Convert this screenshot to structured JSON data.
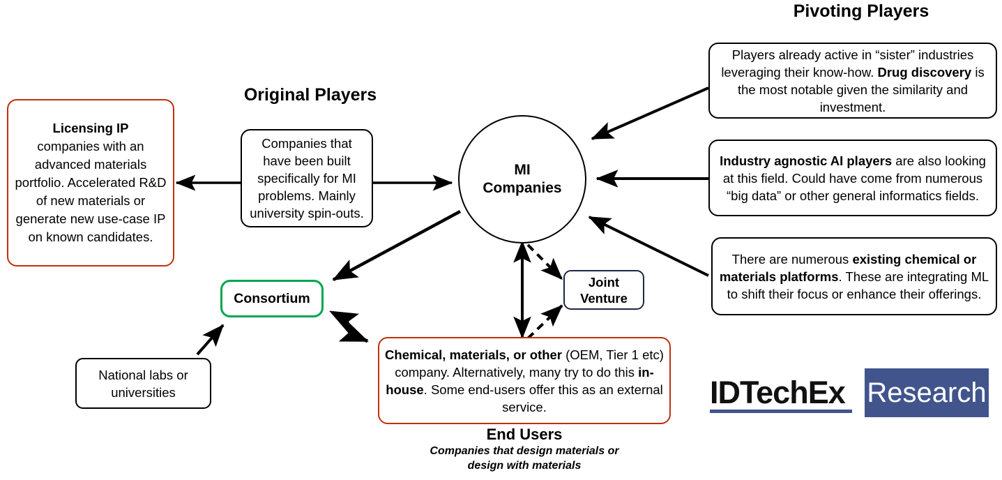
{
  "diagram": {
    "headings": {
      "original_players": "Original Players",
      "pivoting_players": "Pivoting Players"
    },
    "center": {
      "label_line1": "MI",
      "label_line2": "Companies"
    },
    "nodes": {
      "licensing_ip": {
        "bold_lead": "Licensing IP",
        "body": "companies with an advanced materials portfolio. Accelerated R&D of new materials or generate new use-case IP on known candidates.",
        "border_color": "#C0300C"
      },
      "original_players_box": {
        "body": "Companies that have been built specifically for MI problems. Mainly university spin-outs.",
        "border_color": "#000000"
      },
      "drug_discovery": {
        "part1": "Players already active in “sister” industries leveraging their know-how. ",
        "bold1": "Drug discovery",
        "part2": " is the most notable given the similarity and investment.",
        "border_color": "#000000"
      },
      "ai_players": {
        "bold1": "Industry agnostic AI players",
        "part2": " are also looking at this field. Could have come from numerous “big data” or other general informatics fields.",
        "border_color": "#000000"
      },
      "chemical_platforms": {
        "part1": "There are numerous ",
        "bold1": "existing chemical or materials platforms",
        "part2": ". These are integrating ML to shift their focus or enhance their offerings.",
        "border_color": "#000000"
      },
      "consortium": {
        "label": "Consortium",
        "border_color": "#00A550"
      },
      "joint_venture": {
        "label_line1": "Joint",
        "label_line2": "Venture",
        "border_color": "#1F2544"
      },
      "national_labs": {
        "body": "National labs or universities",
        "border_color": "#000000"
      },
      "end_users_box": {
        "bold1": "Chemical, materials, or other",
        "part2": " (OEM, Tier 1 etc) company. Alternatively, many try to do this ",
        "bold2": "in-house",
        "part3": ". Some end-users offer this as an external service.",
        "border_color": "#C0300C"
      }
    },
    "captions": {
      "end_users_title": "End Users",
      "end_users_subtitle_line1": "Companies that design materials or",
      "end_users_subtitle_line2": "design with materials"
    },
    "logo": {
      "left_text": "IDTechEx",
      "right_text": "Research",
      "accent_color": "#41558C"
    }
  }
}
